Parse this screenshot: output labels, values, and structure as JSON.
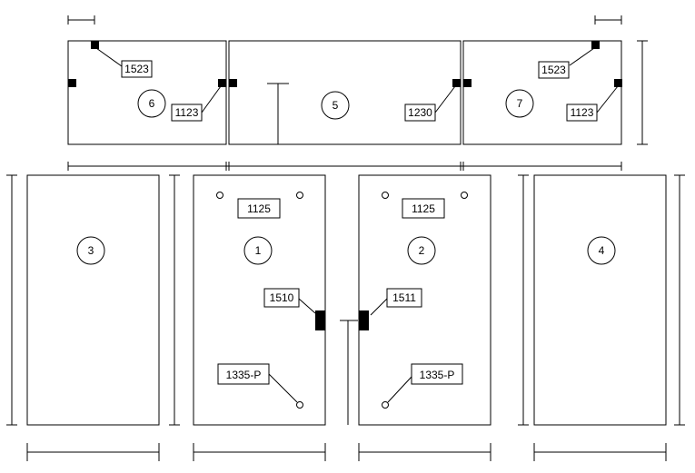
{
  "panels": {
    "p1": "1",
    "p2": "2",
    "p3": "3",
    "p4": "4",
    "p5": "5",
    "p6": "6",
    "p7": "7"
  },
  "labels": {
    "p6_top": "1523",
    "p6_right": "1123",
    "p5_right": "1230",
    "p7_top": "1523",
    "p7_left": "1123",
    "p1_top": "1125",
    "p2_top": "1125",
    "p1_handle": "1510",
    "p2_handle": "1511",
    "p1_bottom": "1335-P",
    "p2_bottom": "1335-P"
  }
}
